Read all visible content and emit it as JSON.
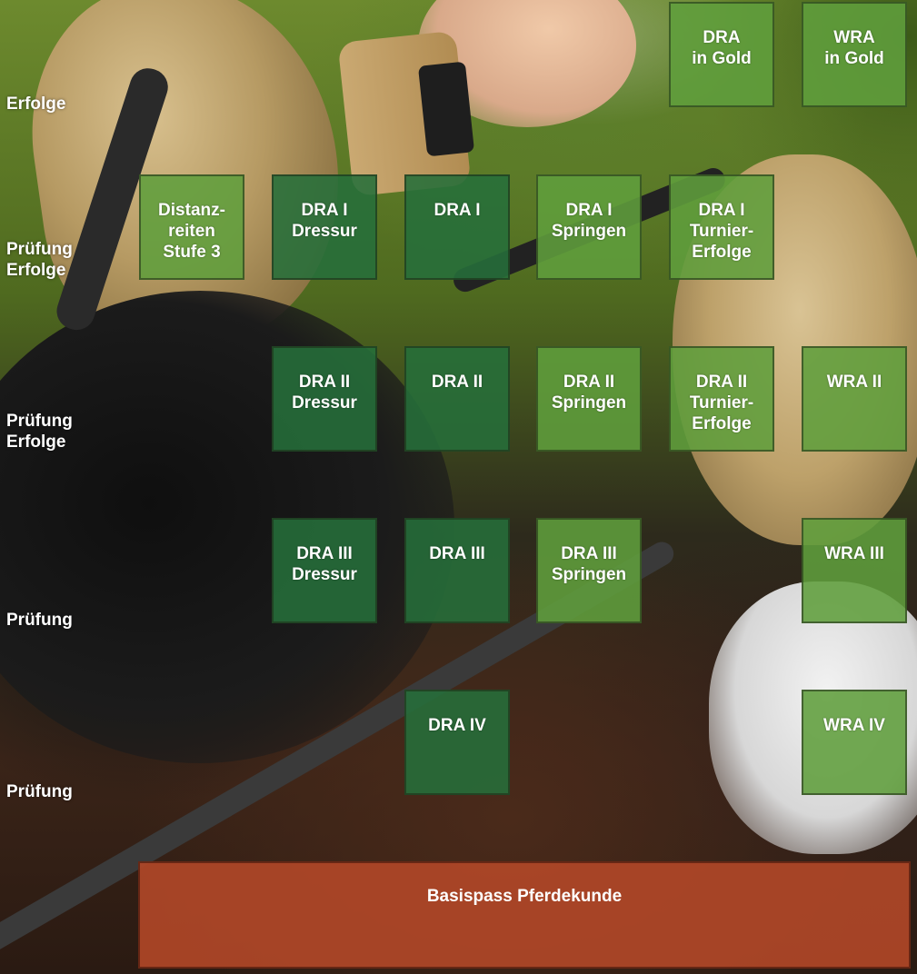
{
  "row_labels": [
    {
      "lines": [
        "Erfolge"
      ]
    },
    {
      "lines": [
        "Prüfung",
        "Erfolge"
      ]
    },
    {
      "lines": [
        "Prüfung",
        "Erfolge"
      ]
    },
    {
      "lines": [
        "Prüfung"
      ]
    },
    {
      "lines": [
        "Prüfung"
      ]
    }
  ],
  "boxes": {
    "dra_gold": [
      "DRA",
      "in Gold"
    ],
    "wra_gold": [
      "WRA",
      "in Gold"
    ],
    "distanz_3": [
      "Distanz-",
      "reiten",
      "Stufe 3"
    ],
    "dra1_dressur": [
      "DRA I",
      "Dressur"
    ],
    "dra1": [
      "DRA I"
    ],
    "dra1_springen": [
      "DRA I",
      "Springen"
    ],
    "dra1_turnier": [
      "DRA I",
      "Turnier-",
      "Erfolge"
    ],
    "dra2_dressur": [
      "DRA II",
      "Dressur"
    ],
    "dra2": [
      "DRA II"
    ],
    "dra2_springen": [
      "DRA II",
      "Springen"
    ],
    "dra2_turnier": [
      "DRA II",
      "Turnier-",
      "Erfolge"
    ],
    "wra2": [
      "WRA II"
    ],
    "dra3_dressur": [
      "DRA III",
      "Dressur"
    ],
    "dra3": [
      "DRA III"
    ],
    "dra3_springen": [
      "DRA III",
      "Springen"
    ],
    "wra3": [
      "WRA III"
    ],
    "dra4": [
      "DRA IV"
    ],
    "wra4": [
      "WRA IV"
    ]
  },
  "basis": "Basispass Pferdekunde",
  "colors": {
    "box_light": "#609e3c",
    "box_dark": "#266e3a",
    "basis": "#b24828"
  }
}
